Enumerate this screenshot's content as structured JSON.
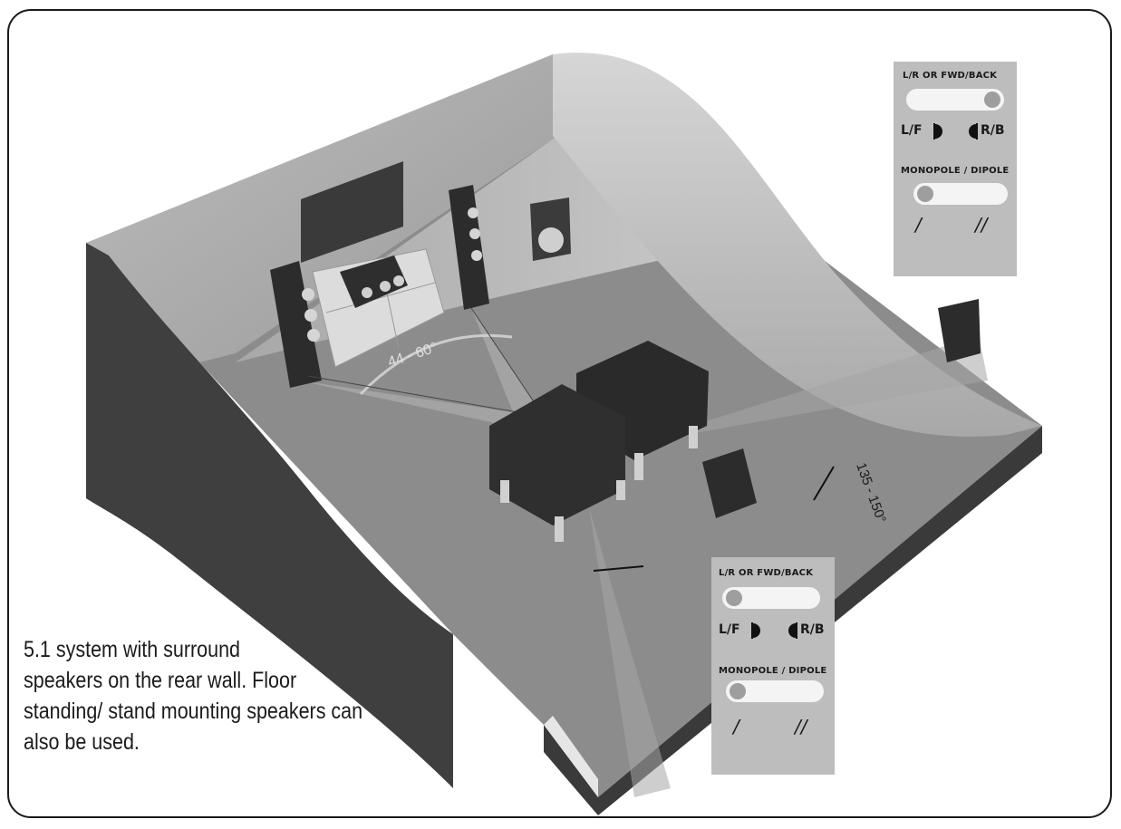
{
  "caption": {
    "lines": [
      "5.1 system with surround",
      "speakers on the rear wall.  Floor",
      "standing/ stand mounting speakers can",
      "also be used."
    ]
  },
  "angles": {
    "front": "44 - 60°",
    "surround": "135 - 150°"
  },
  "panel_top": {
    "mode_label": "L/R OR FWD/BACK",
    "lf_label": "L/F",
    "rb_label": "R/B",
    "pole_label": "MONOPOLE / DIPOLE",
    "mono_symbol": "/",
    "dipole_symbol": "//",
    "mode_switch_position": "right",
    "pole_switch_position": "left"
  },
  "panel_bottom": {
    "mode_label": "L/R OR FWD/BACK",
    "lf_label": "L/F",
    "rb_label": "R/B",
    "pole_label": "MONOPOLE / DIPOLE",
    "mono_symbol": "/",
    "dipole_symbol": "//",
    "mode_switch_position": "left",
    "pole_switch_position": "left"
  },
  "colors": {
    "wall_dark": "#3f3f3f",
    "floor": "#8a8a8a",
    "panel_bg": "#bdbdbd",
    "furniture": "#2e2e2e"
  }
}
